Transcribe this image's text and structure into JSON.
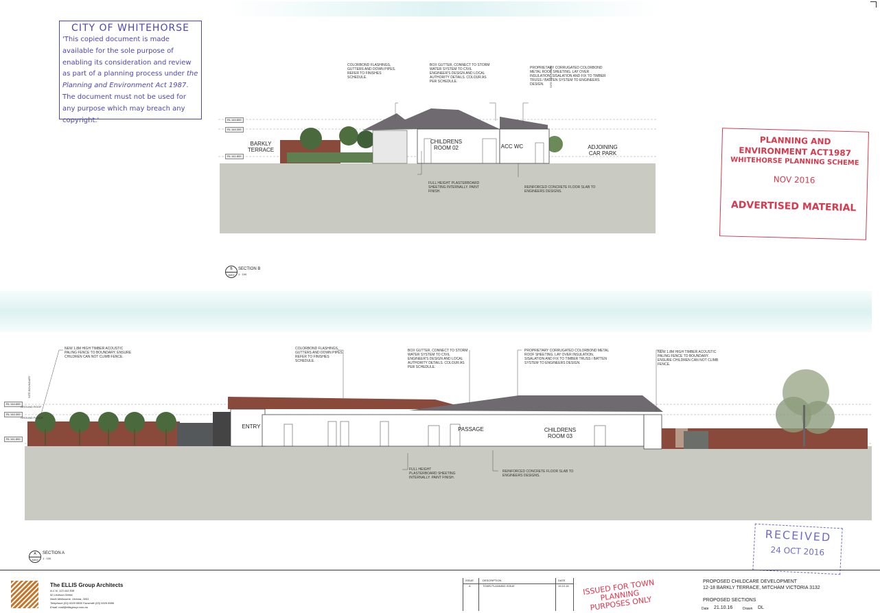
{
  "stamp_city": {
    "title": "CITY OF WHITEHORSE",
    "text_a": "'This copied document is made available for the sole purpose of enabling its consideration and review as part of a planning process under ",
    "text_act": "the Planning and Environment Act 1987",
    "text_b": ". The document must not be used for any purpose which may breach any copyright.'"
  },
  "stamp_planning": {
    "line1": "PLANNING AND",
    "line2": "ENVIRONMENT ACT1987",
    "line3": "WHITEHORSE PLANNING SCHEME",
    "date": "NOV 2016",
    "footer": "ADVERTISED MATERIAL"
  },
  "stamp_received": {
    "label": "RECEIVED",
    "date": "24 OCT 2016"
  },
  "section_b": {
    "notes": {
      "flashings": "COLORBOND FLASHINGS, GUTTERS AND DOWN PIPES. REFER TO FINISHES SCHEDULE.",
      "box_gutter": "BOX GUTTER, CONNECT TO STORM WATER SYSTEM TO CIVIL ENGINEER'S DESIGN AND LOCAL AUTHORITY DETAILS. COLOUR AS PER SCHEDULE.",
      "roof": "PROPRIETARY CORRUGATED COLORBOND METAL ROOF SHEETING. LAY OVER INSULATION, SISALATION AND FIX TO TIMBER TRUSS / BATTEN SYSTEM TO ENGINEERS DESIGN.",
      "plasterboard": "FULL HEIGHT PLASTERBOARD SHEETING INTERNALLY. PAINT FINISH.",
      "slab": "REINFORCED CONCRETE FLOOR SLAB TO ENGINEERS DESIGNS.",
      "boundary": "SITE BOUNDARY"
    },
    "rooms": {
      "barkly": "BARKLY TERRACE",
      "childrens": "CHILDRENS ROOM 02",
      "acc_wc": "ACC WC",
      "car_park": "ADJOINING CAR PARK"
    },
    "levels": [
      "RL 144.800",
      "RL 144.300",
      "RL 141.800"
    ],
    "marker": {
      "num": "B",
      "sheet": "A302"
    },
    "title": "SECTION B",
    "scale": "1 : 100"
  },
  "section_a": {
    "notes": {
      "fence_left": "NEW 1.8m HIGH TIMBER ACOUSTIC PALING FENCE TO BOUNDARY. ENSURE CHILDREN CAN NOT CLIMB FENCE.",
      "flashings": "COLORBOND FLASHINGS, GUTTERS AND DOWN PIPES. REFER TO FINISHES SCHEDULE.",
      "box_gutter": "BOX GUTTER, CONNECT TO STORM WATER SYSTEM TO CIVIL ENGINEER'S DESIGN AND LOCAL AUTHORITY DETAILS. COLOUR AS PER SCHEDULE.",
      "roof": "PROPRIETARY CORRUGATED COLORBOND METAL ROOF SHEETING. LAY OVER INSULATION, SISALATION AND FIX TO TIMBER TRUSS / BATTEN SYSTEM TO ENGINEERS DESIGN.",
      "fence_right": "NEW 1.8m HIGH TIMBER ACOUSTIC PALING FENCE TO BOUNDARY. ENSURE CHILDREN CAN NOT CLIMB FENCE.",
      "plasterboard": "FULL HEIGHT PLASTERBOARD SHEETING INTERNALLY. PAINT FINISH.",
      "slab": "REINFORCED CONCRETE FLOOR SLAB TO ENGINEERS DESIGNS.",
      "boundary": "SITE BOUNDARY"
    },
    "rooms": {
      "entry": "ENTRY",
      "passage": "PASSAGE",
      "childrens": "CHILDRENS ROOM 03"
    },
    "levels": [
      "RL 144.800",
      "GROUND ROOF",
      "RL 144.300",
      "GROUND FLOOR",
      "RL 141.800"
    ],
    "marker": {
      "num": "A",
      "sheet": "A302"
    },
    "title": "SECTION A",
    "scale": "1 : 100"
  },
  "titleblock": {
    "firm": "The ELLIS Group Architects",
    "acn": "A.C.N. 123 443 838",
    "addr1": "92 Leveson Street,",
    "addr2": "North Melbourne, Victoria, 3051",
    "phone": "Telephone (03) 9329 0806 Facsimile (03) 9329 8986",
    "email": "Email: mail@ellisgroup.com.au",
    "issue_h": "ISSUE",
    "desc_h": "DESCRIPTION",
    "date_h": "DATE",
    "issue_v": "A",
    "desc_v": "TOWN PLANNING ISSUE",
    "date_v": "19.10.16",
    "issued_stamp": "ISSUED FOR TOWN PLANNING PURPOSES ONLY",
    "project": "PROPOSED CHILDCARE DEVELOPMENT",
    "address": "12-18 BARKLY TERRACE, MITCHAM VICTORIA 3132",
    "drawing": "PROPOSED SECTIONS",
    "date_label": "Date",
    "date_value": "21.10.16",
    "drawn_label": "Drawn",
    "drawn_value": "DL"
  },
  "colors": {
    "ground": "#c9cbc2",
    "brick": "#8a4a3b",
    "roof": "#6e6a70",
    "stamp_blue": "#4a47b5",
    "stamp_red": "#d8394c"
  }
}
